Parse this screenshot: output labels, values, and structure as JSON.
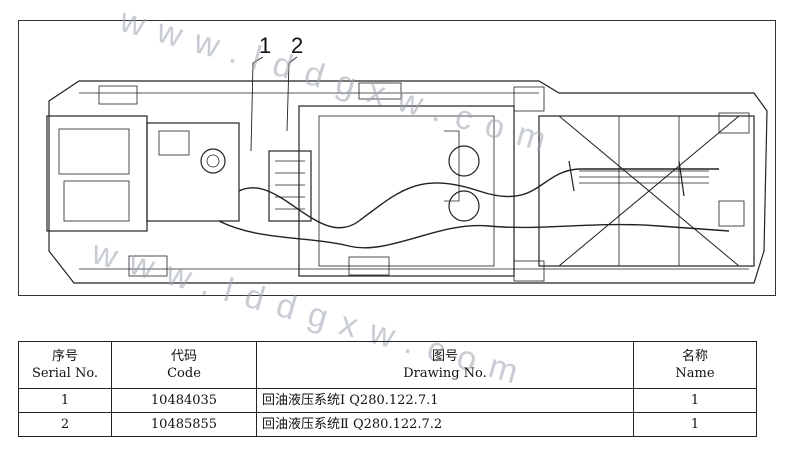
{
  "drawing": {
    "callouts": [
      "1",
      "2"
    ]
  },
  "watermark": {
    "text_top": "www.lddgxw.com",
    "text_bottom": "www.lddgxw.com"
  },
  "table": {
    "headers": [
      {
        "zh": "序号",
        "en": "Serial No."
      },
      {
        "zh": "代码",
        "en": "Code"
      },
      {
        "zh": "图号",
        "en": "Drawing No."
      },
      {
        "zh": "名称",
        "en": "Name"
      }
    ],
    "rows": [
      {
        "serial": "1",
        "code": "10484035",
        "drawing": "回油液压系统Ⅰ Q280.122.7.1",
        "name": "1"
      },
      {
        "serial": "2",
        "code": "10485855",
        "drawing": "回油液压系统Ⅱ Q280.122.7.2",
        "name": "1"
      }
    ]
  }
}
